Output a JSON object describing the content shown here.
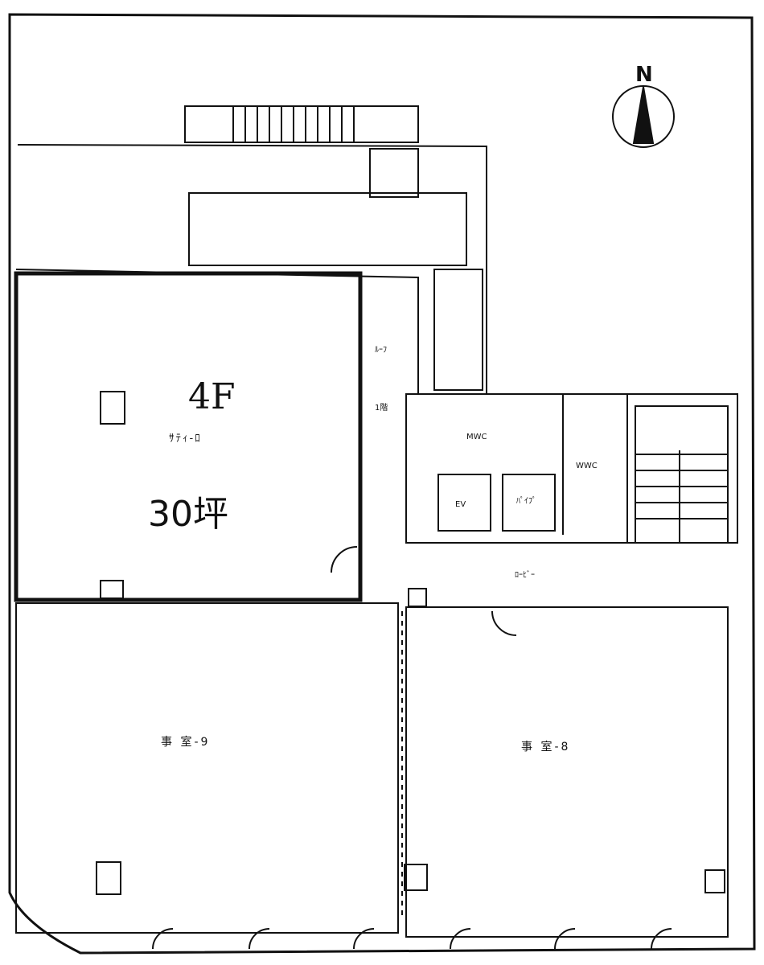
{
  "floor": "4F",
  "area": "30坪",
  "compass": {
    "label": "N",
    "icon": "north-arrow-icon"
  },
  "rooms": {
    "highlight_room": "ｻﾃｨ-ﾛ",
    "room_left": "事 室-9",
    "room_right": "事 室-8",
    "mwc": "MWC",
    "wwc": "WWC",
    "elevator": "EV",
    "pipe_space": "ﾊﾟｲﾌﾟ",
    "roof_label": "ﾙｰﾌ",
    "roof_label2": "1階",
    "corridor": "ﾛｰﾋﾞｰ"
  },
  "colors": {
    "line": "#111111",
    "background": "#ffffff"
  }
}
